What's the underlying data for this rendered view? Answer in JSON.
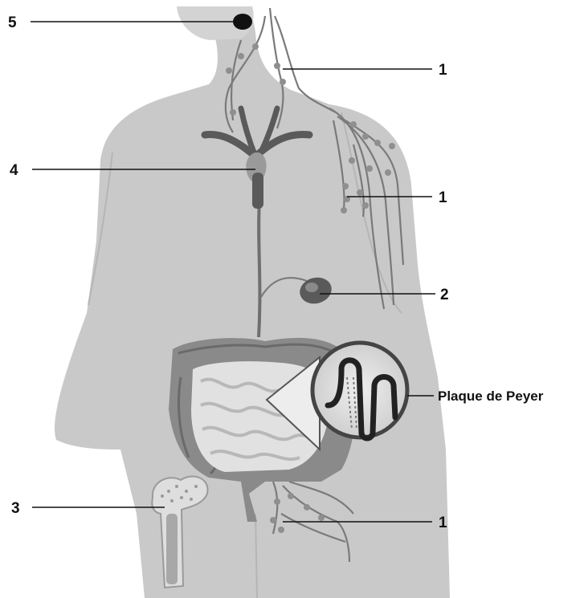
{
  "labels": {
    "head_node": "5",
    "neck_nodes": "1",
    "thymus": "4",
    "arm_nodes": "1",
    "spleen": "2",
    "peyer_patch": "Plaque de Peyer",
    "bone_marrow": "3",
    "groin_nodes": "1"
  },
  "colors": {
    "body": "#c9c9c9",
    "outline": "#b3b3b3",
    "vessel": "#7a7a7a",
    "node": "#8f8f8f",
    "organ_dark": "#5a5a5a",
    "colon": "#8a8a8a",
    "small_intestine": "#e1e1e1",
    "leader_line": "#111111"
  }
}
